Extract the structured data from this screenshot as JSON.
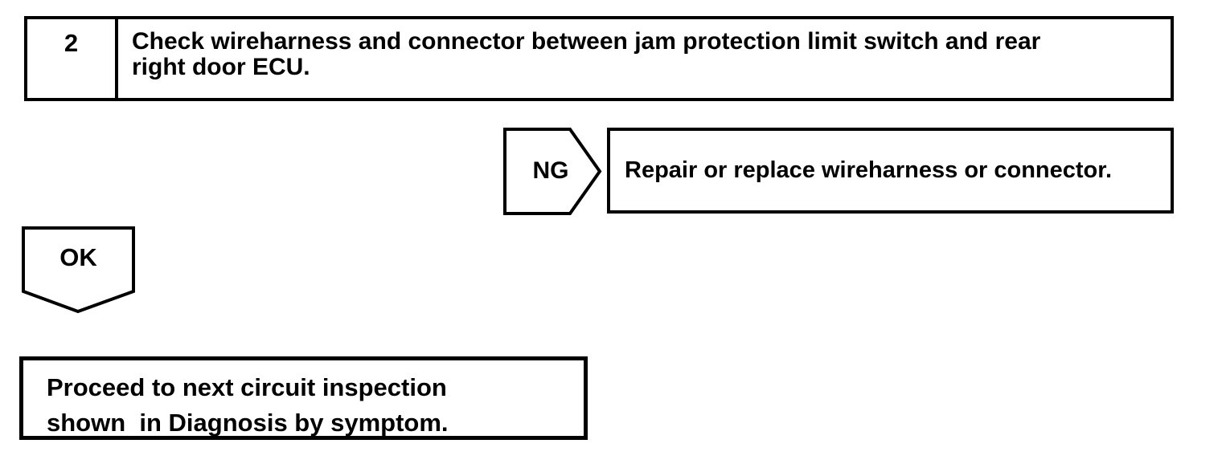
{
  "page": {
    "background_color": "#ffffff",
    "ink_color": "#000000",
    "kind": "diagnostic-flowchart"
  },
  "flowchart": {
    "step_box": {
      "number": "2",
      "instruction": "Check wireharness and connector between jam protection limit switch and rear\nright door ECU."
    },
    "ng_branch": {
      "label": "NG",
      "result": "Repair or replace wireharness or connector."
    },
    "ok_branch": {
      "label": "OK",
      "result": "Proceed to next circuit inspection\nshown  in Diagnosis by symptom."
    }
  }
}
